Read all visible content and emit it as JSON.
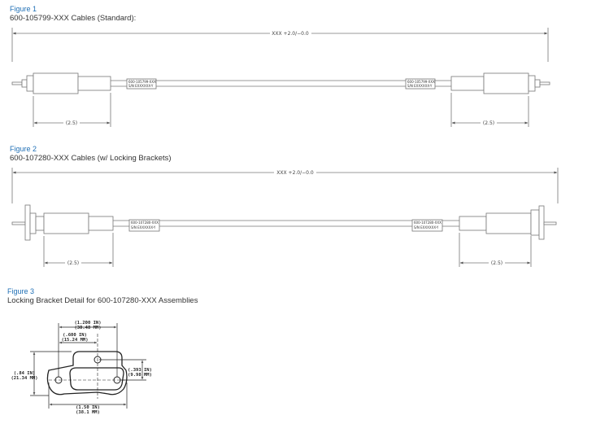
{
  "figure1": {
    "label": "Figure 1",
    "caption": "600-105799-XXX Cables (Standard):",
    "overall_dim": "XXX +2.0/−0.0",
    "left_dim": "(2.5)",
    "right_dim": "(2.5)",
    "tag_part": "600-105799-XXX",
    "tag_serial": "S/N EXXXXXX-Y"
  },
  "figure2": {
    "label": "Figure 2",
    "caption": "600-107280-XXX Cables (w/ Locking Brackets)",
    "overall_dim": "XXX +2.0/−0.0",
    "left_dim": "(2.5)",
    "right_dim": "(2.5)",
    "tag_part": "600-107280-XXX",
    "tag_serial": "S/N EXXXXXX-Y"
  },
  "figure3": {
    "label": "Figure 3",
    "caption": "Locking Bracket Detail for 600-107280-XXX Assemblies",
    "dim_width_in": "(1.200 IN)",
    "dim_width_mm": "(30.48 MM)",
    "dim_hole_in": "(.600 IN)",
    "dim_hole_mm": "(15.24 MM)",
    "dim_height_in": "(.84 IN)",
    "dim_height_mm": "(21.34 MM)",
    "dim_right_in": "(.393 IN)",
    "dim_right_mm": "(9.98 MM)",
    "dim_bottom_in": "(1.50 IN)",
    "dim_bottom_mm": "(38.1 MM)"
  }
}
